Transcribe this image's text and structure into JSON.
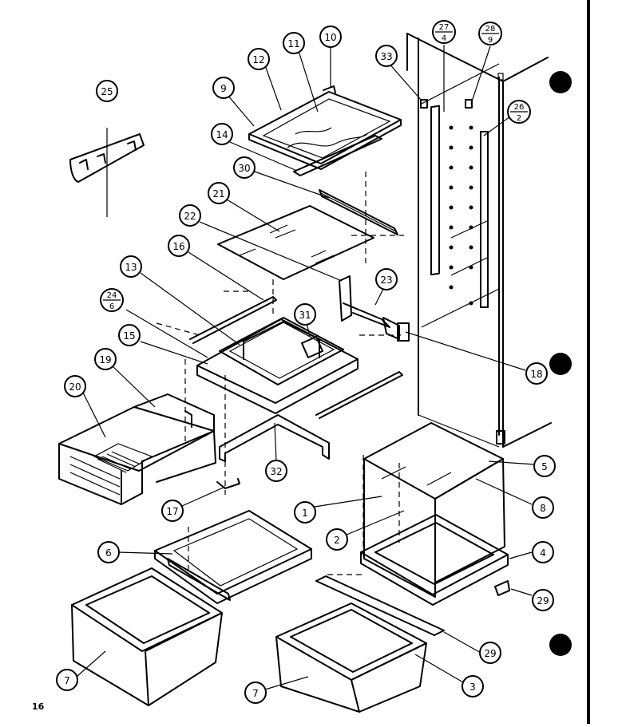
{
  "page_number": "16",
  "callouts": [
    {
      "id": "c10",
      "label": "10"
    },
    {
      "id": "c11",
      "label": "11"
    },
    {
      "id": "c12",
      "label": "12"
    },
    {
      "id": "c9",
      "label": "9"
    },
    {
      "id": "c14",
      "label": "14"
    },
    {
      "id": "c30",
      "label": "30"
    },
    {
      "id": "c21",
      "label": "21"
    },
    {
      "id": "c22",
      "label": "22"
    },
    {
      "id": "c16",
      "label": "16"
    },
    {
      "id": "c13",
      "label": "13"
    },
    {
      "id": "c15",
      "label": "15"
    },
    {
      "id": "c19",
      "label": "19"
    },
    {
      "id": "c20",
      "label": "20"
    },
    {
      "id": "c31",
      "label": "31"
    },
    {
      "id": "c23",
      "label": "23"
    },
    {
      "id": "c18",
      "label": "18"
    },
    {
      "id": "c32",
      "label": "32"
    },
    {
      "id": "c17",
      "label": "17"
    },
    {
      "id": "c25",
      "label": "25"
    },
    {
      "id": "c33",
      "label": "33"
    },
    {
      "id": "c5",
      "label": "5"
    },
    {
      "id": "c8",
      "label": "8"
    },
    {
      "id": "c1",
      "label": "1"
    },
    {
      "id": "c2",
      "label": "2"
    },
    {
      "id": "c4",
      "label": "4"
    },
    {
      "id": "c29a",
      "label": "29"
    },
    {
      "id": "c29b",
      "label": "29"
    },
    {
      "id": "c3",
      "label": "3"
    },
    {
      "id": "c6",
      "label": "6"
    },
    {
      "id": "c7a",
      "label": "7"
    },
    {
      "id": "c7b",
      "label": "7"
    }
  ],
  "fraction_callouts": [
    {
      "id": "f27",
      "top": "27",
      "bottom": "4"
    },
    {
      "id": "f28",
      "top": "28",
      "bottom": "9"
    },
    {
      "id": "f26",
      "top": "26",
      "bottom": "2"
    },
    {
      "id": "f24",
      "top": "24",
      "bottom": "6"
    }
  ]
}
